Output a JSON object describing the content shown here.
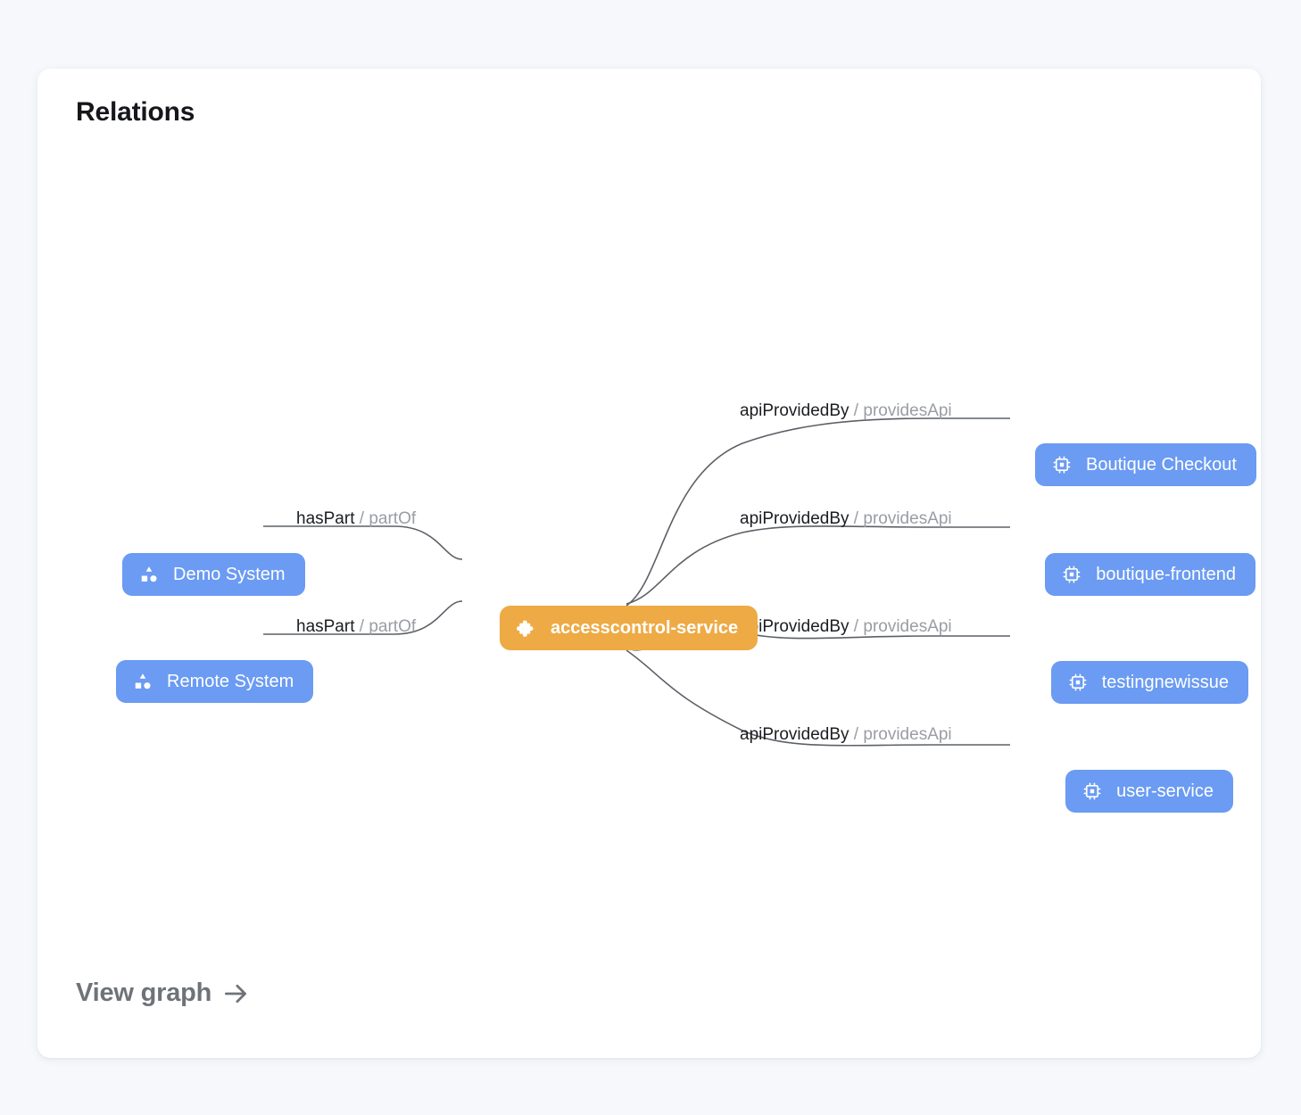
{
  "card": {
    "title": "Relations",
    "footer": {
      "label": "View graph",
      "arrow_icon": "arrow-right-icon"
    }
  },
  "graph": {
    "center_node": {
      "label": "accesscontrol-service",
      "kind": "component",
      "icon": "puzzle-piece-icon",
      "color": "#eeaa44"
    },
    "left_nodes": [
      {
        "label": "Demo System",
        "kind": "system",
        "icon": "system-shapes-icon",
        "color": "#6b9bf2"
      },
      {
        "label": "Remote System",
        "kind": "system",
        "icon": "system-shapes-icon",
        "color": "#6b9bf2"
      }
    ],
    "right_nodes": [
      {
        "label": "Boutique Checkout",
        "kind": "component",
        "icon": "cpu-chip-icon",
        "color": "#6b9bf2"
      },
      {
        "label": "boutique-frontend",
        "kind": "component",
        "icon": "cpu-chip-icon",
        "color": "#6b9bf2"
      },
      {
        "label": "testingnewissue",
        "kind": "component",
        "icon": "cpu-chip-icon",
        "color": "#6b9bf2"
      },
      {
        "label": "user-service",
        "kind": "component",
        "icon": "cpu-chip-icon",
        "color": "#6b9bf2"
      }
    ],
    "edges": [
      {
        "from": "Demo System",
        "to": "accesscontrol-service",
        "primary": "hasPart",
        "separator": " / ",
        "secondary": "partOf"
      },
      {
        "from": "Remote System",
        "to": "accesscontrol-service",
        "primary": "hasPart",
        "separator": " / ",
        "secondary": "partOf"
      },
      {
        "from": "accesscontrol-service",
        "to": "Boutique Checkout",
        "primary": "apiProvidedBy",
        "separator": " / ",
        "secondary": "providesApi"
      },
      {
        "from": "accesscontrol-service",
        "to": "boutique-frontend",
        "primary": "apiProvidedBy",
        "separator": " / ",
        "secondary": "providesApi"
      },
      {
        "from": "accesscontrol-service",
        "to": "testingnewissue",
        "primary": "apiProvidedBy",
        "separator": " / ",
        "secondary": "providesApi"
      },
      {
        "from": "accesscontrol-service",
        "to": "user-service",
        "primary": "apiProvidedBy",
        "separator": " / ",
        "secondary": "providesApi"
      }
    ],
    "edge_color": "#5c6066"
  },
  "colors": {
    "page_background": "#f6f8fb",
    "card_background": "#ffffff",
    "node_blue": "#6b9bf2",
    "node_orange": "#eeaa44",
    "text_primary": "#15171a",
    "text_muted": "#9a9da3",
    "footer_text": "#6f7378"
  }
}
